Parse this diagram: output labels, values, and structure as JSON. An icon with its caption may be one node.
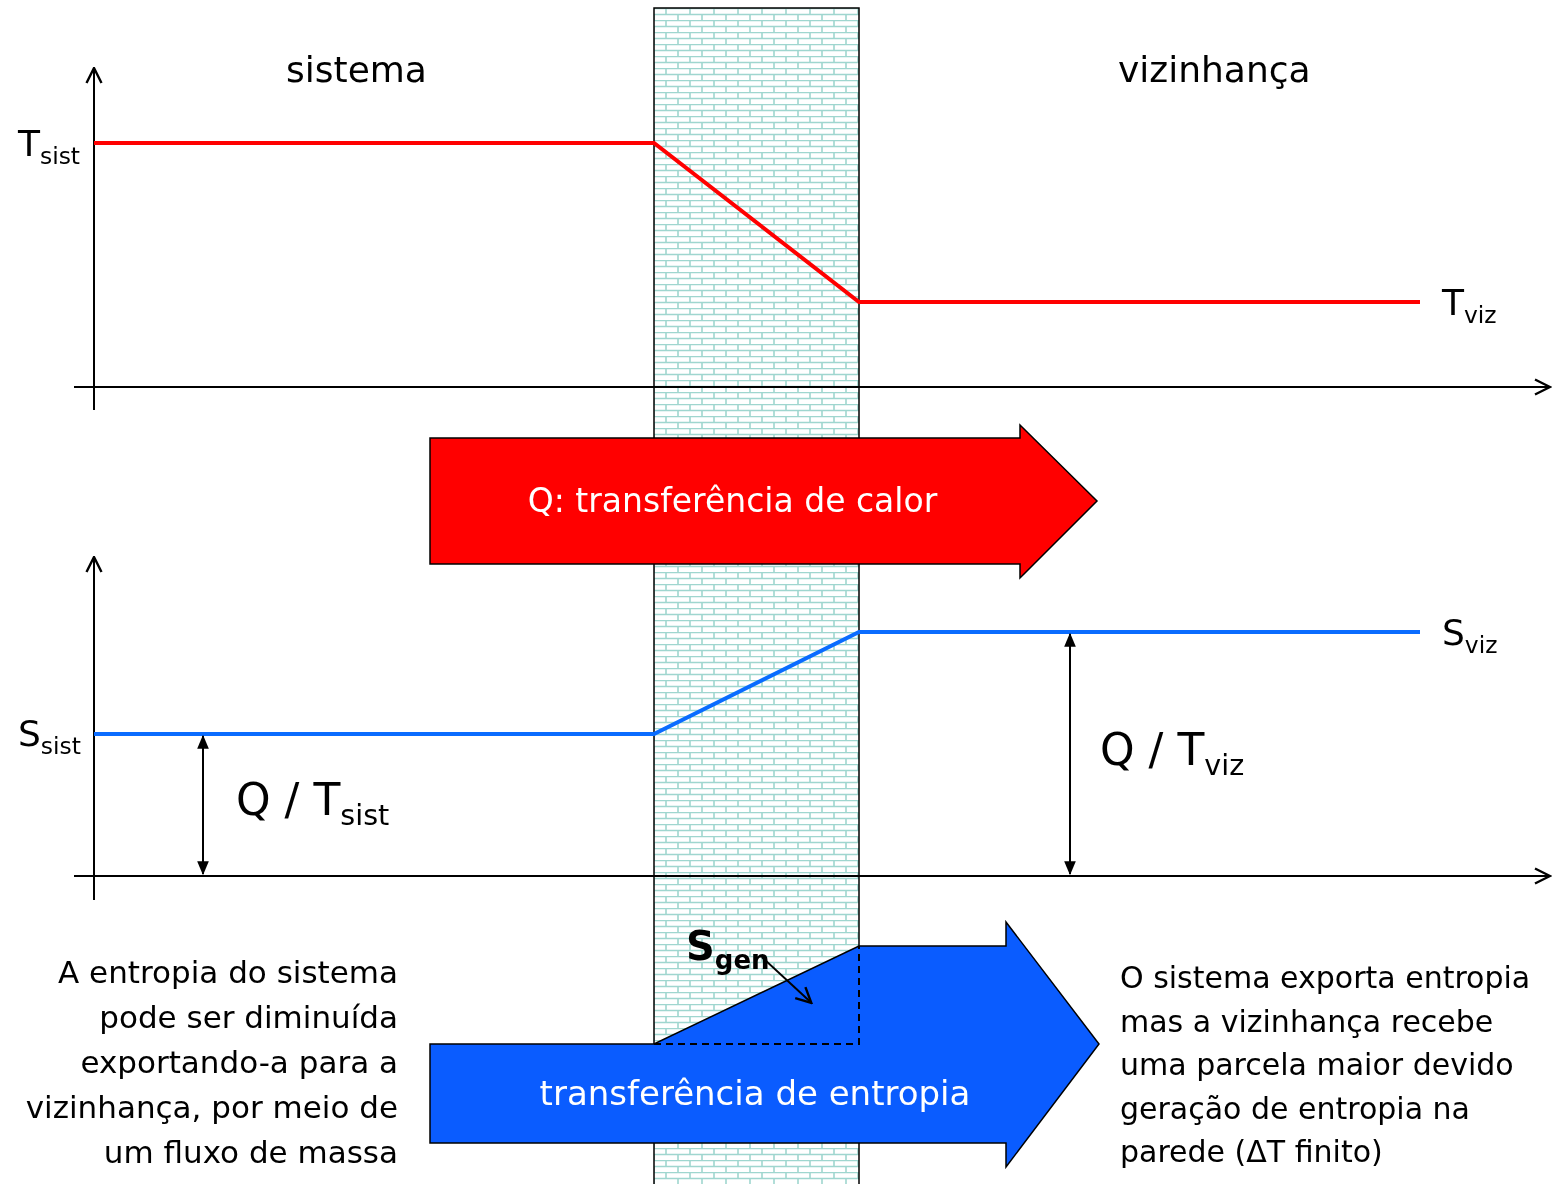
{
  "diagram": {
    "nodes": [
      {
        "text": [
          "Q: transferência de calor"
        ]
      },
      {
        "text": [
          "transferência de entropia"
        ]
      },
      {
        "text": [
          "S$_{gen}$"
        ]
      }
    ],
    "edges": [
      {
        "from": 2,
        "to": 1,
        "arrow": "to"
      }
    ],
    "labels": [
      "sistema",
      "vizinhança",
      "T$_{sist}$",
      "T$_{viz}$",
      "S$_{sist}$",
      "S$_{viz}$",
      "Q / T$_{sist}$",
      "Q / T$_{viz}$",
      "A entropia do sistema pode ser diminuída exportando-a para a vizinhança, por meio de um fluxo de massa",
      "O sistema exporta entropia mas a vizinhança recebe uma parcela maior devido geração de entropia na parede (ΔT finito)"
    ]
  }
}
